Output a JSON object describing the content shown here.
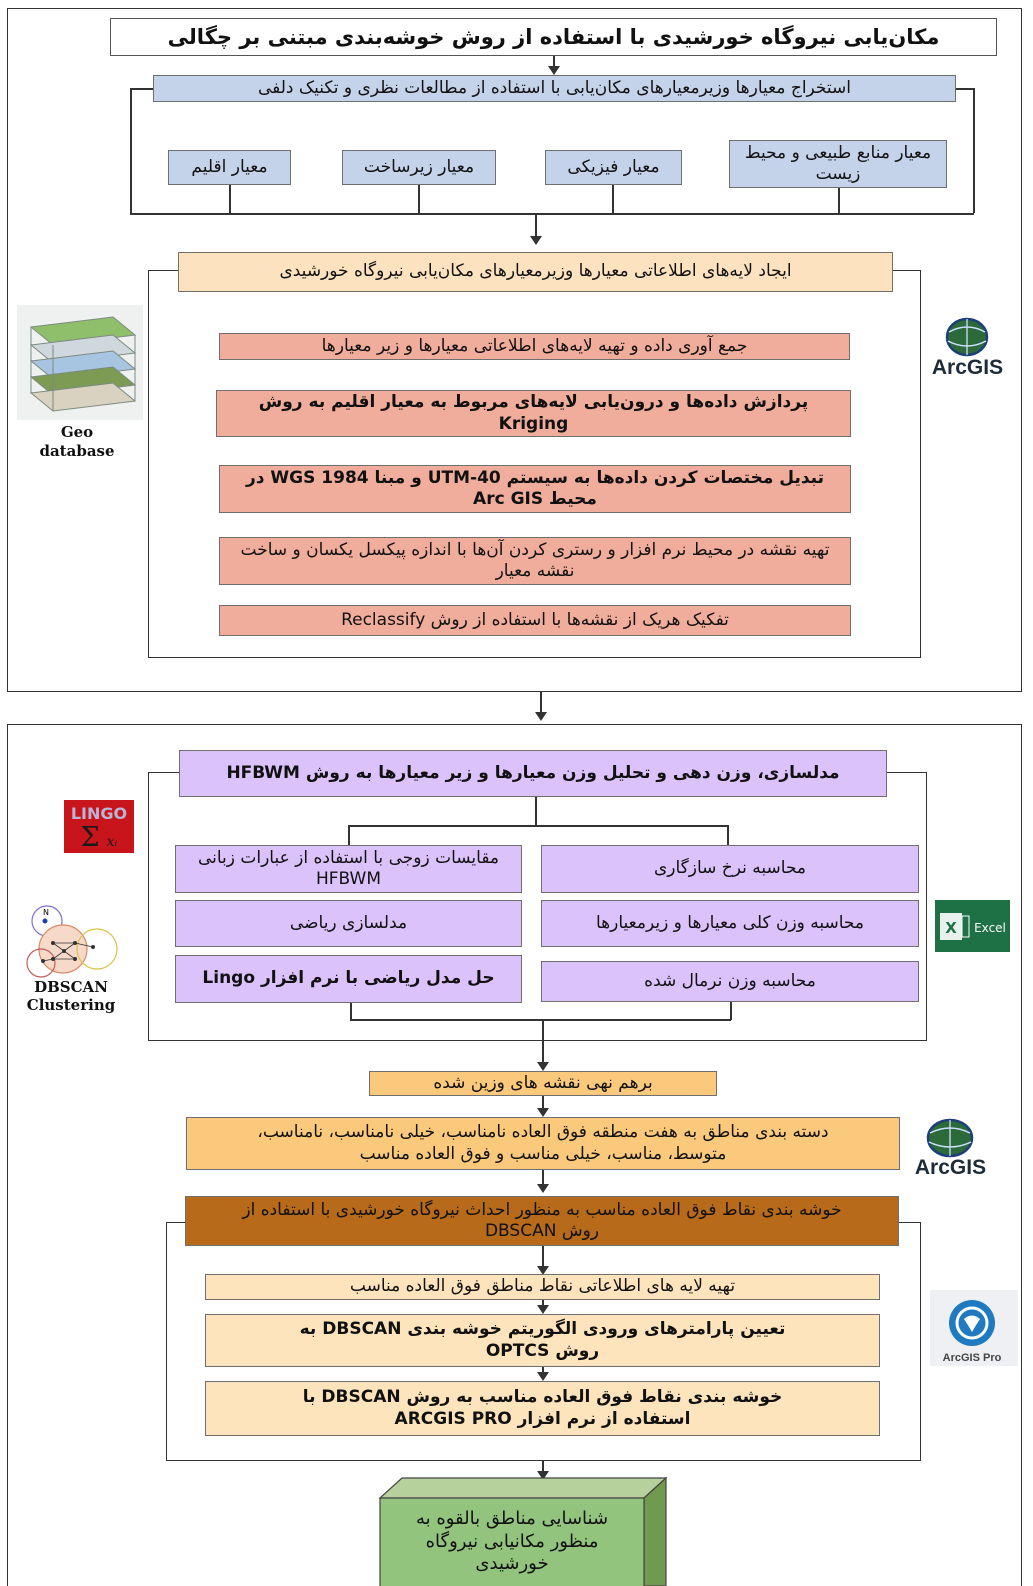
{
  "title": "مکان‌یابی  نیروگاه خورشیدی با استفاده از روش خوشه‌بندی مبتنی بر چگالی",
  "stage1": {
    "extract": "استخراج معیارها وزیرمعیارهای مکان‌یابی با استفاده از مطالعات نظری و تکنیک دلفی",
    "criteria": [
      "معیار منابع طبیعی و محیط زیست",
      "معیار فیزیکی",
      "معیار زیرساخت",
      "معیار اقلیم"
    ],
    "create_layers": "ایجاد لایه‌های اطلاعاتی معیارها وزیرمعیارهای مکان‌یابی نیروگاه خورشیدی",
    "steps": [
      "جمع آوری داده و تهیه لایه‌های اطلاعاتی معیارها و زیر معیارها",
      "پردازش داده‌ها و درون‌یابی لایه‌های مربوط به معیار اقلیم به روش Kriging",
      "تبدیل مختصات کردن داده‌ها به سیستم UTM-40 و مبنا WGS 1984 در محیط Arc GIS",
      "تهیه نقشه در محیط نرم افزار و رستری کردن آن‌ها با اندازه پیکسل یکسان و ساخت نقشه معیار",
      "تفکیک هریک از نقشه‌ها با استفاده از روش Reclassify"
    ]
  },
  "stage2": {
    "modeling": "مدلسازی، وزن دهی و تحلیل وزن معیارها و زیر معیارها به روش HFBWM",
    "left": [
      "مقایسات زوجی با استفاده از عبارات زبانی HFBWM",
      "مدلسازی ریاضی",
      "حل مدل ریاضی با نرم افزار Lingo"
    ],
    "right": [
      "محاسبه نرخ سازگاری",
      "محاسبه وزن کلی معیارها و زیرمعیارها",
      "محاسبه وزن نرمال شده"
    ],
    "overlay": "برهم نهی نقشه های وزین شده",
    "classify": "دسته بندی مناطق به هفت منطقه فوق العاده نامناسب، خیلی نامناسب، نامناسب، متوسط، مناسب، خیلی مناسب و فوق العاده مناسب",
    "cluster": "خوشه بندی نقاط فوق العاده مناسب به منظور احداث نیروگاه خورشیدی  با استفاده از روش DBSCAN",
    "cluster_steps": [
      "تهیه لایه های اطلاعاتی نقاط مناطق فوق العاده مناسب",
      "تعیین پارامترهای ورودی الگوریتم خوشه بندی DBSCAN به روش OPTCS",
      "خوشه بندی نقاط فوق العاده مناسب به روش DBSCAN با استفاده از نرم افزار ARCGIS PRO"
    ],
    "result": "شناسایی مناطق بالقوه به منظور مکانیابی نیروگاه خورشیدی"
  },
  "logos": {
    "arcgis": "ArcGIS",
    "arcgis2": "ArcGIS",
    "arcgis_pro": "ArcGIS Pro",
    "geodb_line1": "Geo",
    "geodb_line2": "database",
    "lingo": "LINGO",
    "excel": "Excel",
    "dbscan_line1": "DBSCAN",
    "dbscan_line2": "Clustering"
  }
}
